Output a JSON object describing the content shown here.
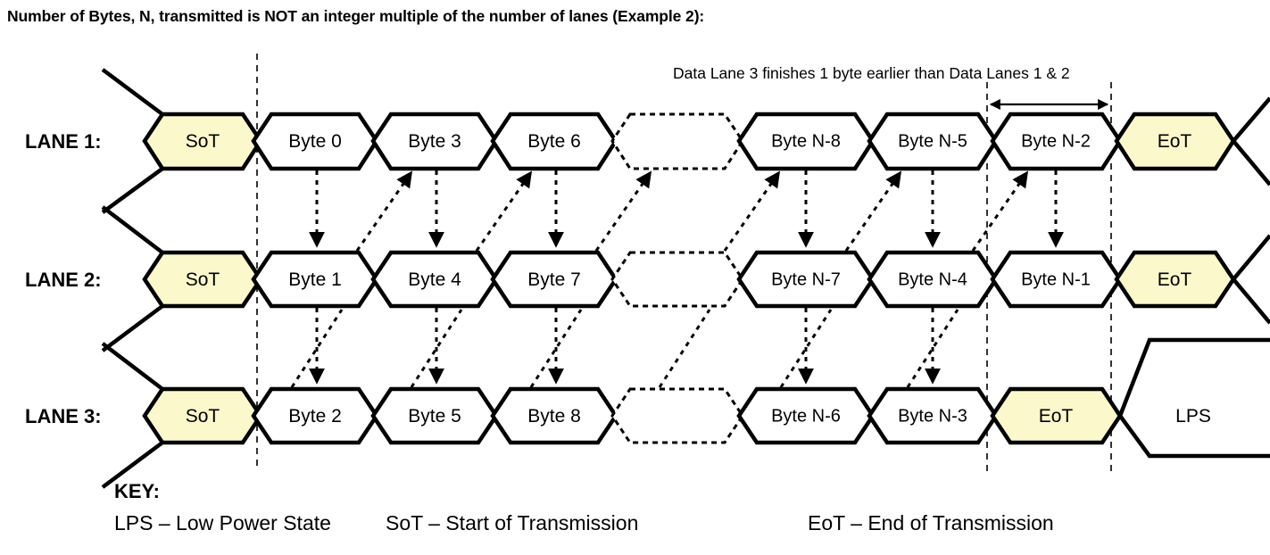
{
  "title": "Number of Bytes, N, transmitted is NOT an integer multiple of the number of lanes (Example 2):",
  "annotation": "Data Lane 3 finishes 1 byte earlier than Data Lanes 1 & 2",
  "colors": {
    "sot_eot_fill": "#FBF8CC",
    "stroke": "#000000",
    "background": "#FFFFFF",
    "guide_line": "#000000"
  },
  "lanes": [
    {
      "label": "LANE 1:",
      "cells": [
        {
          "text": "SoT",
          "kind": "sot"
        },
        {
          "text": "Byte 0",
          "kind": "byte"
        },
        {
          "text": "Byte 3",
          "kind": "byte"
        },
        {
          "text": "Byte 6",
          "kind": "byte"
        },
        {
          "text": "",
          "kind": "ellipsis"
        },
        {
          "text": "Byte N-8",
          "kind": "byte"
        },
        {
          "text": "Byte N-5",
          "kind": "byte"
        },
        {
          "text": "Byte N-2",
          "kind": "byte"
        },
        {
          "text": "EoT",
          "kind": "eot"
        }
      ]
    },
    {
      "label": "LANE 2:",
      "cells": [
        {
          "text": "SoT",
          "kind": "sot"
        },
        {
          "text": "Byte 1",
          "kind": "byte"
        },
        {
          "text": "Byte 4",
          "kind": "byte"
        },
        {
          "text": "Byte 7",
          "kind": "byte"
        },
        {
          "text": "",
          "kind": "ellipsis"
        },
        {
          "text": "Byte N-7",
          "kind": "byte"
        },
        {
          "text": "Byte N-4",
          "kind": "byte"
        },
        {
          "text": "Byte N-1",
          "kind": "byte"
        },
        {
          "text": "EoT",
          "kind": "eot"
        }
      ]
    },
    {
      "label": "LANE 3:",
      "cells": [
        {
          "text": "SoT",
          "kind": "sot"
        },
        {
          "text": "Byte 2",
          "kind": "byte"
        },
        {
          "text": "Byte 5",
          "kind": "byte"
        },
        {
          "text": "Byte 8",
          "kind": "byte"
        },
        {
          "text": "",
          "kind": "ellipsis"
        },
        {
          "text": "Byte N-6",
          "kind": "byte"
        },
        {
          "text": "Byte N-3",
          "kind": "byte"
        },
        {
          "text": "EoT",
          "kind": "eot"
        },
        {
          "text": "LPS",
          "kind": "lps"
        }
      ]
    }
  ],
  "key": {
    "title": "KEY:",
    "entries": [
      {
        "abbr": "LPS",
        "dash": "–",
        "meaning": "Low Power State",
        "full": "LPS – Low Power State"
      },
      {
        "abbr": "SoT",
        "dash": "–",
        "meaning": "Start of Transmission",
        "full": "SoT – Start of Transmission"
      },
      {
        "abbr": "EoT",
        "dash": "–",
        "meaning": "End of Transmission",
        "full": "EoT – End of Transmission"
      }
    ]
  }
}
